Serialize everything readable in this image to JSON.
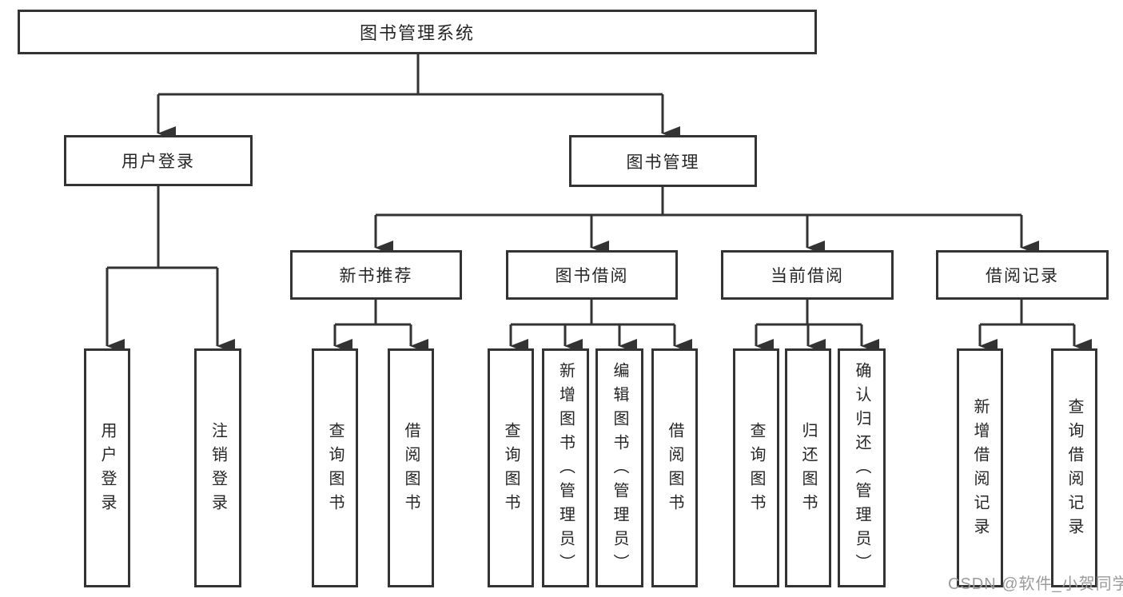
{
  "diagram_title": "图书管理系统",
  "colors": {
    "line": "#333333",
    "box_border": "#333333",
    "text": "#262626",
    "watermark": "#9b9b9b",
    "background": "#ffffff"
  },
  "tree": {
    "root": {
      "label": "图书管理系统"
    },
    "children": [
      {
        "label": "用户登录",
        "children": [
          {
            "label": "用户登录"
          },
          {
            "label": "注销登录"
          }
        ]
      },
      {
        "label": "图书管理",
        "children": [
          {
            "label": "新书推荐",
            "children": [
              {
                "label": "查询图书"
              },
              {
                "label": "借阅图书"
              }
            ]
          },
          {
            "label": "图书借阅",
            "children": [
              {
                "label": "查询图书"
              },
              {
                "label": "新增图书（管理员）"
              },
              {
                "label": "编辑图书（管理员）"
              },
              {
                "label": "借阅图书"
              }
            ]
          },
          {
            "label": "当前借阅",
            "children": [
              {
                "label": "查询图书"
              },
              {
                "label": "归还图书"
              },
              {
                "label": "确认归还（管理员）"
              }
            ]
          },
          {
            "label": "借阅记录",
            "children": [
              {
                "label": "新增借阅记录"
              },
              {
                "label": "查询借阅记录"
              }
            ]
          }
        ]
      }
    ]
  },
  "watermark": {
    "text": "CSDN @软件_小贺同学"
  }
}
